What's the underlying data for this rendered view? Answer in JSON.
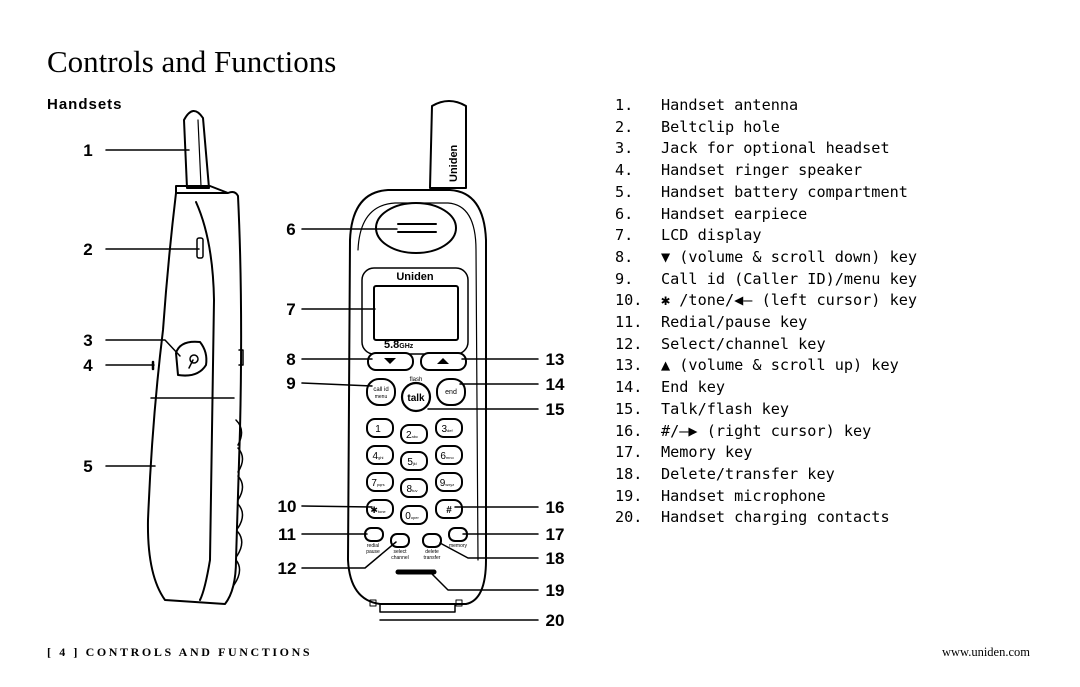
{
  "page": {
    "title": "Controls and Functions",
    "subtitle": "Handsets"
  },
  "diagram": {
    "brand": "Uniden",
    "frequency": "5.8",
    "frequency_unit": "GHz",
    "callouts": [
      "1",
      "2",
      "3",
      "4",
      "5",
      "6",
      "7",
      "8",
      "9",
      "10",
      "11",
      "12",
      "13",
      "14",
      "15",
      "16",
      "17",
      "18",
      "19",
      "20"
    ],
    "keys": {
      "talk": "talk",
      "flash": "flash",
      "call_id": "call id",
      "menu": "menu",
      "end": "end",
      "redial": "redial",
      "pause": "pause",
      "select": "select",
      "channel": "channel",
      "delete": "delete",
      "transfer": "transfer",
      "memory": "memory",
      "tone": "tone",
      "star": "✱",
      "hash": "#",
      "digits": [
        {
          "d": "1",
          "s": ""
        },
        {
          "d": "2",
          "s": "abc"
        },
        {
          "d": "3",
          "s": "def"
        },
        {
          "d": "4",
          "s": "ghi"
        },
        {
          "d": "5",
          "s": "jkl"
        },
        {
          "d": "6",
          "s": "mno"
        },
        {
          "d": "7",
          "s": "pqrs"
        },
        {
          "d": "8",
          "s": "tuv"
        },
        {
          "d": "9",
          "s": "wxyz"
        },
        {
          "d": "0",
          "s": "oper"
        }
      ]
    }
  },
  "legend": [
    {
      "num": "1.",
      "text": "Handset antenna"
    },
    {
      "num": "2.",
      "text": "Beltclip hole"
    },
    {
      "num": "3.",
      "text": "Jack for optional headset"
    },
    {
      "num": "4.",
      "text": "Handset ringer speaker"
    },
    {
      "num": "5.",
      "text": "Handset battery compartment"
    },
    {
      "num": "6.",
      "text": "Handset earpiece"
    },
    {
      "num": "7.",
      "text": "LCD display"
    },
    {
      "num": "8.",
      "text": "▼ (volume & scroll down) key"
    },
    {
      "num": "9.",
      "text": "Call id (Caller ID)/menu key"
    },
    {
      "num": "10.",
      "text": "✱ /tone/◀— (left cursor) key"
    },
    {
      "num": "11.",
      "text": "Redial/pause key"
    },
    {
      "num": "12.",
      "text": "Select/channel key"
    },
    {
      "num": "13.",
      "text": "▲ (volume & scroll up) key"
    },
    {
      "num": "14.",
      "text": "End key"
    },
    {
      "num": "15.",
      "text": "Talk/flash key"
    },
    {
      "num": "16.",
      "text": "#/—▶ (right cursor) key"
    },
    {
      "num": "17.",
      "text": "Memory key"
    },
    {
      "num": "18.",
      "text": "Delete/transfer key"
    },
    {
      "num": "19.",
      "text": "Handset microphone"
    },
    {
      "num": "20.",
      "text": "Handset charging contacts"
    }
  ],
  "footer": {
    "left": "[ 4 ]   CONTROLS AND FUNCTIONS",
    "right": "www.uniden.com"
  }
}
